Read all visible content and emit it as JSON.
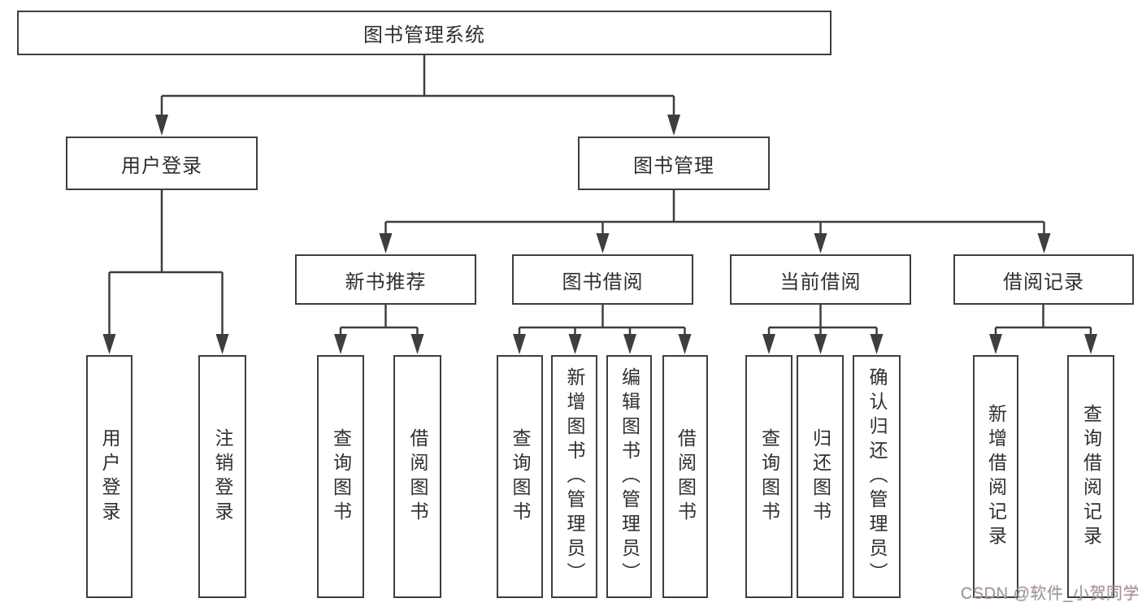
{
  "nodes": {
    "root": {
      "label": "图书管理系统"
    },
    "userLogin": {
      "label": "用户登录"
    },
    "bookMgmt": {
      "label": "图书管理"
    },
    "newBookRec": {
      "label": "新书推荐"
    },
    "bookBorrow": {
      "label": "图书借阅"
    },
    "currentBorrow": {
      "label": "当前借阅"
    },
    "borrowRecord": {
      "label": "借阅记录"
    },
    "leafUserLogin": {
      "label": "用户登录"
    },
    "leafLogout": {
      "label": "注销登录"
    },
    "nbQuery": {
      "label": "查询图书"
    },
    "nbBorrow": {
      "label": "借阅图书"
    },
    "bbQuery": {
      "label": "查询图书"
    },
    "bbAdd": {
      "label": "新增图书（管理员）"
    },
    "bbEdit": {
      "label": "编辑图书（管理员）"
    },
    "bbBorrow": {
      "label": "借阅图书"
    },
    "cbQuery": {
      "label": "查询图书"
    },
    "cbReturn": {
      "label": "归还图书"
    },
    "cbConfirm": {
      "label": "确认归还（管理员）"
    },
    "brAdd": {
      "label": "新增借阅记录"
    },
    "brQuery": {
      "label": "查询借阅记录"
    }
  },
  "watermark": {
    "text": "CSDN @软件_小贺同学"
  },
  "colors": {
    "line": "#3e3e3e",
    "text": "#2f2f2f",
    "box_fill": "#ffffff",
    "watermark": "#999999",
    "background": "#ffffff"
  }
}
